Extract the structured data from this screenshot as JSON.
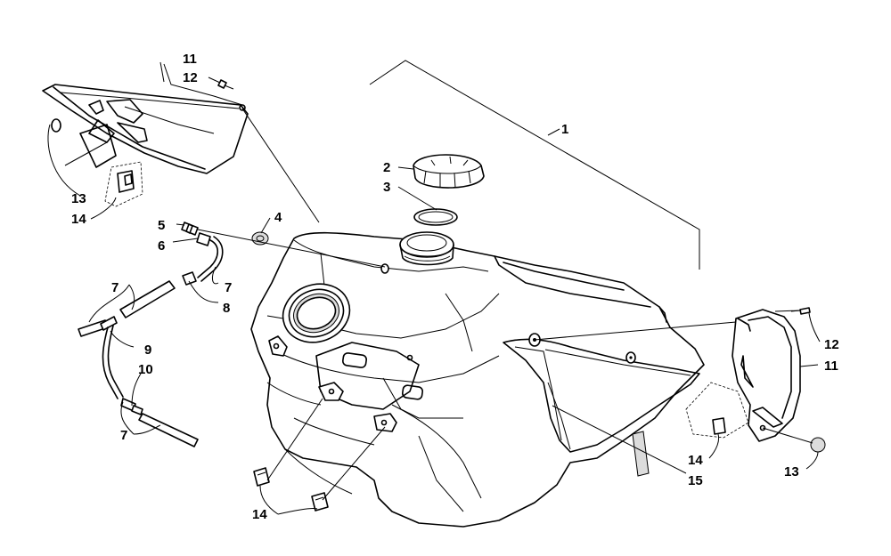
{
  "callouts": {
    "c1": "1",
    "c2": "2",
    "c3": "3",
    "c4": "4",
    "c5": "5",
    "c6": "6",
    "c7a": "7",
    "c7b": "7",
    "c7c": "7",
    "c8": "8",
    "c9": "9",
    "c10": "10",
    "c11a": "11",
    "c11b": "11",
    "c12a": "12",
    "c12b": "12",
    "c13a": "13",
    "c13b": "13",
    "c14a": "14",
    "c14b": "14",
    "c14c": "14",
    "c15": "15"
  }
}
